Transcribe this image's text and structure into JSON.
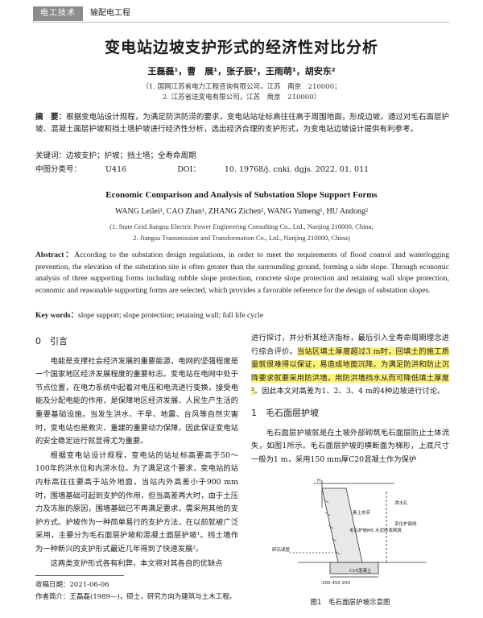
{
  "header": {
    "tag": "电工技术",
    "section": "输配电工程"
  },
  "title": "变电站边坡支护形式的经济性对比分析",
  "authors": "王磊磊¹，曹　展¹，张子辰²，王雨萌¹，胡安东²",
  "affiliations": [
    "（1. 国网江苏省电力工程咨询有限公司，江苏　南京　210000；",
    "2. 江苏省送变电有限公司，江苏　南京　210000）"
  ],
  "abstract_cn": {
    "label": "摘　要：",
    "text": "根据变电站设计规程，为满足防洪防涝的要求，变电站站址标高往往高于周围地面，形成边坡。通过对毛石面层护坡、混凝土面层护坡和挡土墙护坡进行经济性分析，选出经济合理的支护形式，为变电站边坡设计提供有利参考。"
  },
  "keywords_cn": {
    "label": "关键词：",
    "text": "边坡支护；护坡；挡土墙；全寿命周期"
  },
  "classification": {
    "clc_label": "中图分类号：",
    "clc": "U416",
    "doi_label": "DOI：",
    "doi": "10. 19768/j. cnki. dgjs. 2022. 01. 011"
  },
  "en": {
    "title": "Economic Comparison and Analysis of Substation Slope Support Forms",
    "authors": "WANG Leilei¹, CAO Zhan¹, ZHANG Zichen², WANG Yumeng¹, HU Andong²",
    "affiliations": [
      "(1. State Grid Jiangsu Electric Power Engineering Consulting Co., Ltd., Nanjing 210000, China;",
      "2. Jiangsu Transmission and Transformation Co., Ltd., Nanjing 210000, China)"
    ],
    "abstract_label": "Abstract：",
    "abstract": "According to the substation design regulations, in order to meet the requirements of flood control and waterlogging prevention, the elevation of the substation site is often greater than the surrounding ground, forming a side slope. Through economic analysis of three supporting forms including rubble slope protection, concrete slope protection and retaining wall slope protection, economic and reasonable supporting forms are selected, which provides a favorable reference for the design of substation slopes.",
    "keywords_label": "Key words：",
    "keywords": "slope support; slope protection; retaining wall; full life cycle"
  },
  "body": {
    "sec0_heading": "0　引言",
    "sec0_p1": "电能是支撑社会经济发展的重要能源，电网的坚强程度是一个国家地区经济发展程度的重要标志。变电站在电网中处于节点位置，在电力系统中起着对电压和电流进行变换，接受电能及分配电能的作用，是保障地区经济发展、人民生产生活的重要基础设施。当发生洪水、干旱、地震、台风等自然灾害时，变电站也是救灾、重建的重要动力保障，因此保证变电站的安全稳定运行就显得尤为重要。",
    "sec0_p2": "根据变电站设计规程，变电站的站址标高要高于50～100年的洪水位和内涝水位。为了满足这个要求，变电站的站内标高往往要高于站外地面，当站内外高差小于900 mm时，围墙基础可起到支护的作用，但当高差再大时，由于土压力及冻胀的原因，围墙基础已不再满足要求，需采用其他的支护方式。护坡作为一种简单易行的支护方法，在以前就被广泛采用，主要分为毛石面层护坡和混凝土面层护坡¹。挡土墙作为一种新兴的支护形式最近几年得到了快速发展²。",
    "sec0_p3": "这两类支护形式各有利弊，本文将对其各自的优缺点",
    "right_p1_a": "进行探讨，并分析其经济指标，最后引入全寿命周期理念进行综合评价。",
    "right_p1_hl": "当站区填土厚度超过3 m时，回填土的施工质量就很难得以保证，易造成地面沉降。为满足防洪和防止沉降要求就要采用防洪墙，用防洪墙挡水从而可降低填土厚度³",
    "right_p1_b": "。因此本文对高差为1、2、3、4 m的4种边坡进行讨论。",
    "sec1_heading": "1　毛石面层护坡",
    "sec1_p1": "毛石面层护坡就是在土坡外部砌筑毛石面层防止土体流失，如图1所示。毛石面层护坡的横断面为梯形，上底尺寸一般为1 m，采用150 mm厚C20混凝土作为保护"
  },
  "footnotes": {
    "received": "收稿日期：2021-06-06",
    "author_intro": "作者简介：王磊磊(1989—)，硕士，研究方向为建筑与土木工程。"
  },
  "figure": {
    "caption": "图1　毛石面层护坡示意图",
    "labels": {
      "top": "H",
      "fill": "素土夯实",
      "layer": "毛石护坡M5\n水泥砂浆砌筑",
      "drain": "泄水孔",
      "sand": "碎石滤层",
      "concrete": "C15混凝土",
      "side": "变化护面线",
      "dims": "200 450 200"
    }
  }
}
